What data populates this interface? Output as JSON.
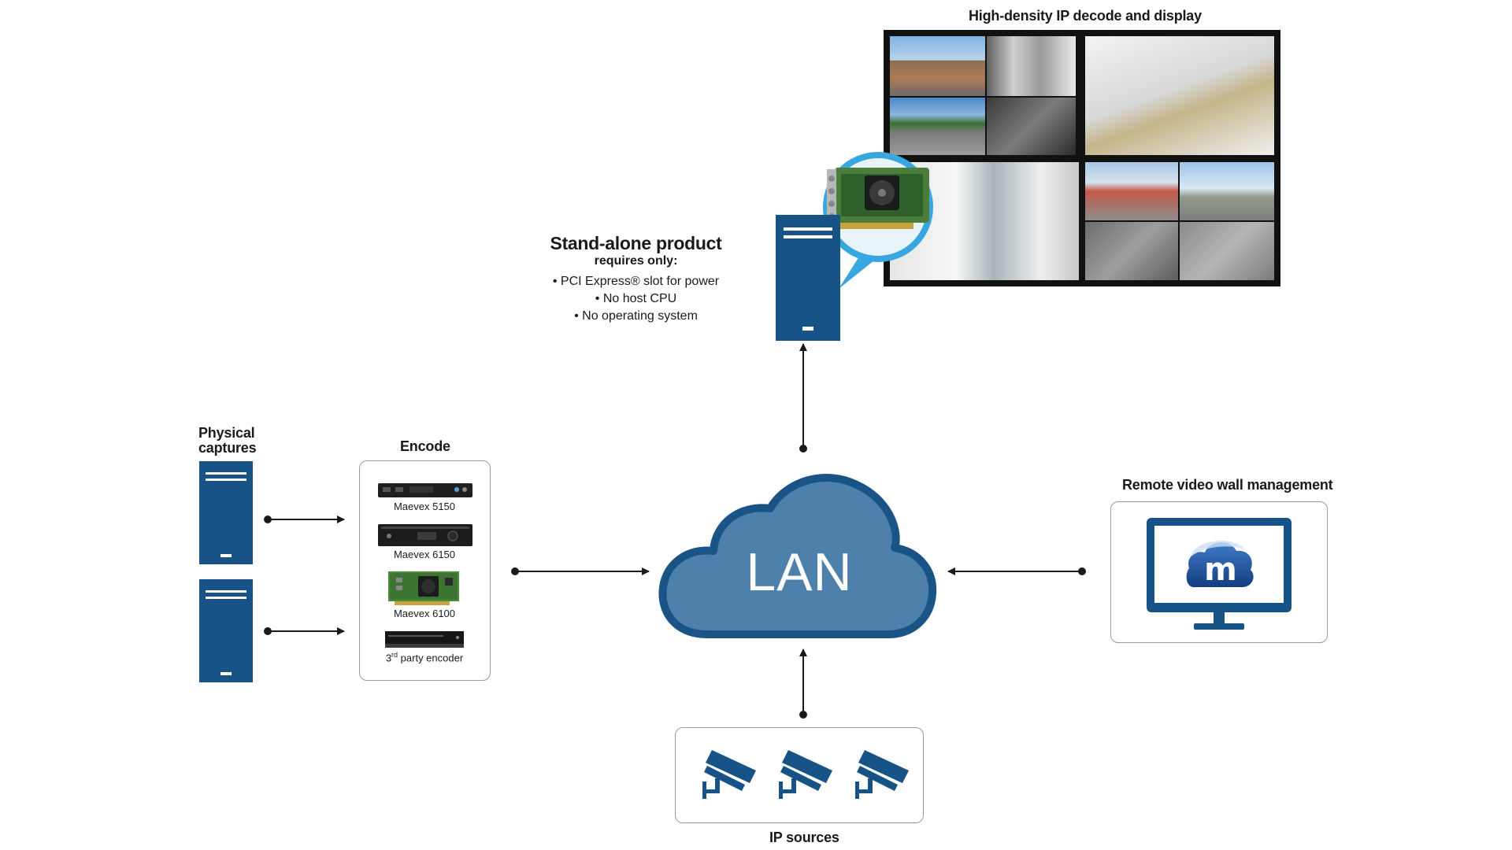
{
  "colors": {
    "server_blue": "#175387",
    "cloud_fill": "#4d80aa",
    "cloud_stroke": "#1a5486",
    "monitor_blue": "#175387",
    "arrow": "#1a1a1a",
    "box_border": "#9a9a9a"
  },
  "display": {
    "title": "High-density IP decode and display"
  },
  "standalone": {
    "heading": "Stand-alone product",
    "subheading": "requires only:",
    "bullets": [
      "• PCI Express® slot for power",
      "• No host CPU",
      "• No operating system"
    ]
  },
  "physical": {
    "label_line1": "Physical",
    "label_line2": "captures"
  },
  "encode": {
    "title": "Encode",
    "devices": [
      {
        "label": "Maevex 5150",
        "icon": "appliance-icon"
      },
      {
        "label": "Maevex 6150",
        "icon": "rack-appliance-icon"
      },
      {
        "label": "Maevex 6100",
        "icon": "pcie-card-icon"
      },
      {
        "label_main": "3",
        "label_sup": "rd",
        "label_rest": " party encoder",
        "icon": "encoder-box-icon"
      }
    ]
  },
  "lan": {
    "label": "LAN"
  },
  "remote": {
    "title": "Remote video wall management",
    "logo_letter": "m"
  },
  "ip_sources": {
    "title": "IP sources",
    "camera_count": 3
  },
  "decoder_card": {
    "icon": "decoder-card-icon"
  }
}
